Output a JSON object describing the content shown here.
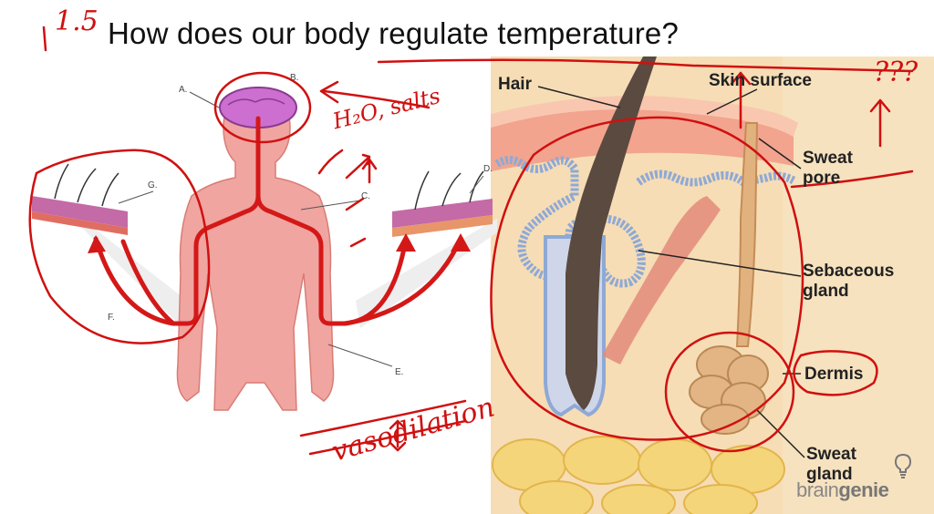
{
  "slide": {
    "title": "How does our body regulate temperature?",
    "number_annotation": "1.5"
  },
  "body_diagram": {
    "labels": [
      "A.",
      "B.",
      "C.",
      "D.",
      "E.",
      "F.",
      "G."
    ]
  },
  "skin_diagram": {
    "labels": {
      "hair": "Hair",
      "skin_surface": "Skin surface",
      "sweat_pore_1": "Sweat",
      "sweat_pore_2": "pore",
      "sebaceous_1": "Sebaceous",
      "sebaceous_2": "gland",
      "dermis": "Dermis",
      "sweat_gland_1": "Sweat",
      "sweat_gland_2": "gland"
    }
  },
  "annotations": {
    "h2o_salts": "H₂O, salts",
    "vasodilation": "vasodilation",
    "question_marks": "???"
  },
  "brand": {
    "part1": "brain",
    "part2": "genie"
  },
  "colors": {
    "ink": "#d01010",
    "skin_body": "#f0a5a0",
    "skin_tan": "#f6d9b0"
  }
}
